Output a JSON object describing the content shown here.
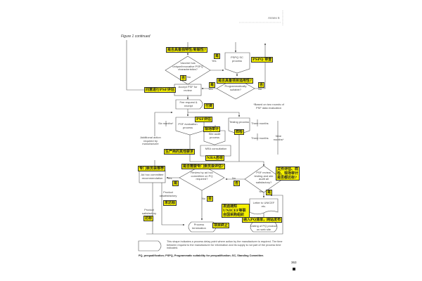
{
  "header": {
    "running_head": "Annex 6",
    "figure_title": "Figure 1 continued"
  },
  "nodes": {
    "vaccine_unique": "Vaccine has unique/innovative PSPQ characteristics?",
    "pspq_sc": "PSPQ SC process",
    "programmatic": "Programmatically suitable?",
    "accept_psf": "Accept PSF for review",
    "fee": "Fee request & receipt",
    "psf_eval": "PSF evaluation process",
    "testing": "Testing process",
    "site_audit": "Site audit process",
    "nra": "NRA consultation",
    "additional": "Additional action required by manufacturer",
    "review_adhoc": "Review by ad hoc committee on PQ required?",
    "adhoc_rec": "Ad hoc committee recommendation",
    "all_satisfactory": "PSF review, testing and site audit all satisfactory?",
    "product_unsat": "Product unsatisfactory",
    "product_sat": "Product satisfactory",
    "letter": "Letter to UNICEF etc.",
    "listing": "Listing of PQ product on web site",
    "termination": "Process termination"
  },
  "labels": {
    "yes": "Yes",
    "no": "No",
    "six_months": "Six months*",
    "three_months": "Three months",
    "nine_months": "Nine months*",
    "note": "*Based on two rounds of PSF data evaluation"
  },
  "annotations": {
    "a1": "是否具备独特性/新颖性?",
    "a_yes1": "是",
    "a_pspq": "PSPQ 审查",
    "a_no1": "否",
    "a2": "是否具备项目适用性?",
    "a_yes2": "是",
    "a_no2": "否",
    "a_accept": "同意进行PSF评估",
    "a_fee": "付费",
    "a_psf": "PSF评估",
    "a_site": "现场审计",
    "a_test": "样检",
    "a_nra": "NRA咨询",
    "a_additional": "生产商的其他要求",
    "a_adhoc": "专门委员会推荐",
    "a3": "是否需要专门委员会评估?",
    "a_yes3": "是",
    "a_no3": "否",
    "a4": "文件评估、样检、现场审计是否都达标?",
    "a_yes4": "是",
    "a_unsat": "未达标",
    "a_sat": "达标",
    "a_no5": "否",
    "a_letter": "发函通知UNICEF等联合国采购组织",
    "a_listing": "纳入PQ清单，网站发布",
    "a_term": "项目终止"
  },
  "footer": {
    "legend": "This shape indicates a process delay point where action by the manufacturer is required. The time between request to the manufacturer for information and its supply is not part of the process time indicated.",
    "abbreviations": "PQ, prequalification; PSPQ, Programmatic suitability for prequalification; SC, Standing Committee.",
    "page_number": "363"
  },
  "colors": {
    "highlight": "#f5f000",
    "line": "#555555"
  }
}
